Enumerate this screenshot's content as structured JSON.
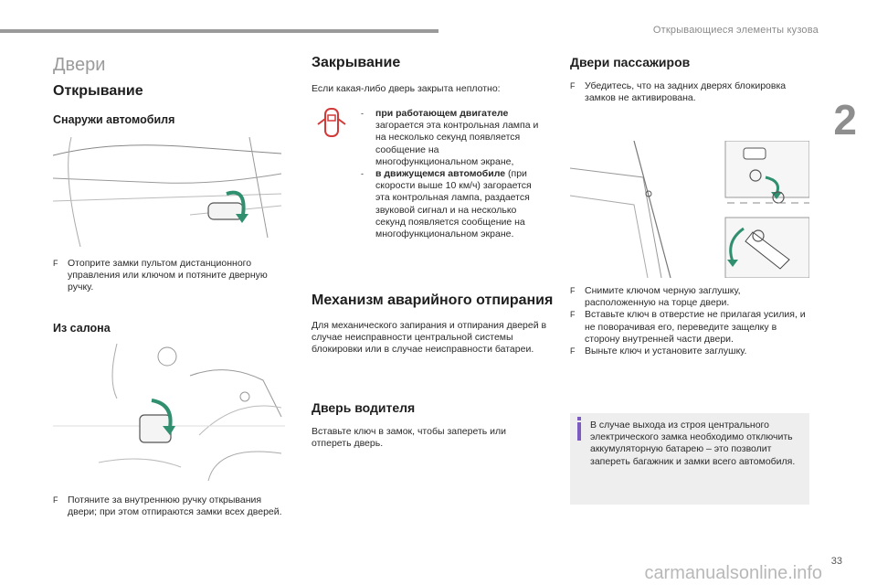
{
  "header": {
    "section_title": "Открывающиеся элементы кузова",
    "chapter_number": "2",
    "page_number": "33",
    "watermark": "carmanualsonline.info"
  },
  "col1": {
    "title": "Двери",
    "opening_heading": "Открывание",
    "outside_heading": "Снаружи автомобиля",
    "outside_text": "Отоприте замки пультом дистанционного управления или ключом и потяните дверную ручку.",
    "inside_heading": "Из салона",
    "inside_text": "Потяните за внутреннюю ручку открывания двери; при этом отпираются замки всех дверей."
  },
  "col2": {
    "closing_heading": "Закрывание",
    "closing_intro": "Если какая-либо дверь закрыта неплотно:",
    "item1_bold": "при работающем двигателе",
    "item1_text": "загорается эта контрольная лампа и на несколько секунд появляется сообщение на многофункциональном экране,",
    "item2_bold": "в движущемся автомобиле",
    "item2_text": "(при скорости выше 10 км/ч) загорается эта контрольная лампа, раздается звуковой сигнал и на несколько секунд появляется сообщение на многофункциональном экране.",
    "emergency_heading": "Механизм аварийного отпирания",
    "emergency_text": "Для механического запирания и отпирания дверей в случае неисправности центральной системы блокировки или в случае неисправности батареи.",
    "driver_heading": "Дверь водителя",
    "driver_text": "Вставьте ключ в замок, чтобы запереть или отпереть дверь."
  },
  "col3": {
    "passenger_heading": "Двери пассажиров",
    "passenger_intro": "Убедитесь, что на задних дверях блокировка замков не активирована.",
    "step1": "Снимите ключом черную заглушку, расположенную на торце двери.",
    "step2": "Вставьте ключ в отверстие не прилагая усилия, и не поворачивая его, переведите защелку в сторону внутренней части двери.",
    "step3": "Выньте ключ и установите заглушку.",
    "note": "В случае выхода из строя центрального электрического замка необходимо отключить аккумуляторную батарею – это позволит запереть багажник и замки всего автомобиля."
  },
  "bullet_marker": "F",
  "dash_marker": "-",
  "colors": {
    "accent_green": "#2f8f6f",
    "warning_red": "#d23a3a",
    "note_bg": "#eeeeee",
    "note_accent": "#7b5bbf"
  }
}
